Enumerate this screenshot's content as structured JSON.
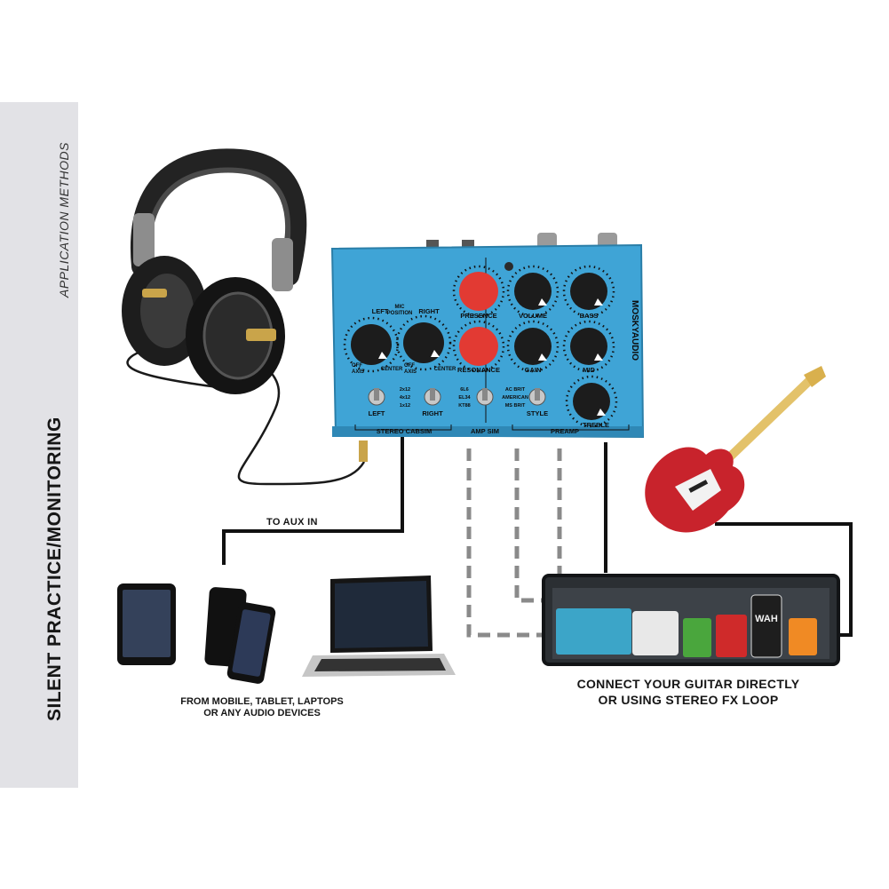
{
  "sidebar": {
    "subtitle": "APPLICATION METHODS",
    "title": "SILENT PRACTICE/MONITORING"
  },
  "device": {
    "brand": "MOSKYAUDIO",
    "colors": {
      "body": "#3fa4d6",
      "red_knob": "#e23a33",
      "black_knob": "#1c1c1c"
    },
    "knobs": {
      "presence": "PRESENCE",
      "resonance": "RESONANCE",
      "volume": "VOLUME",
      "gain": "GAIN",
      "bass": "BASS",
      "mid": "MID",
      "treble": "TREBLE"
    },
    "mic_position": {
      "left": "LEFT",
      "mic": "MIC",
      "position": "POSITION",
      "right": "RIGHT",
      "center": "CENTER",
      "off": "OFF",
      "axis": "AXIS"
    },
    "switches": {
      "left": "LEFT",
      "right": "RIGHT",
      "style": "STYLE"
    },
    "cab_options": [
      "2x12",
      "4x12",
      "1x12"
    ],
    "amp_sim_options": [
      "6L6",
      "EL34",
      "KT88"
    ],
    "style_options": [
      "AC BRIT",
      "AMERICAN",
      "MS BRIT"
    ],
    "sections": {
      "stereo_cabsim": "STEREO CABSIM",
      "amp_sim": "AMP SIM",
      "preamp": "PREAMP"
    }
  },
  "pedals": {
    "wah": "WAH"
  },
  "captions": {
    "aux": "TO AUX IN",
    "devices_line1": "FROM MOBILE, TABLET, LAPTOPS",
    "devices_line2": "OR ANY AUDIO DEVICES",
    "connect_line1": "CONNECT YOUR GUITAR DIRECTLY",
    "connect_line2": "OR USING STEREO FX LOOP"
  }
}
